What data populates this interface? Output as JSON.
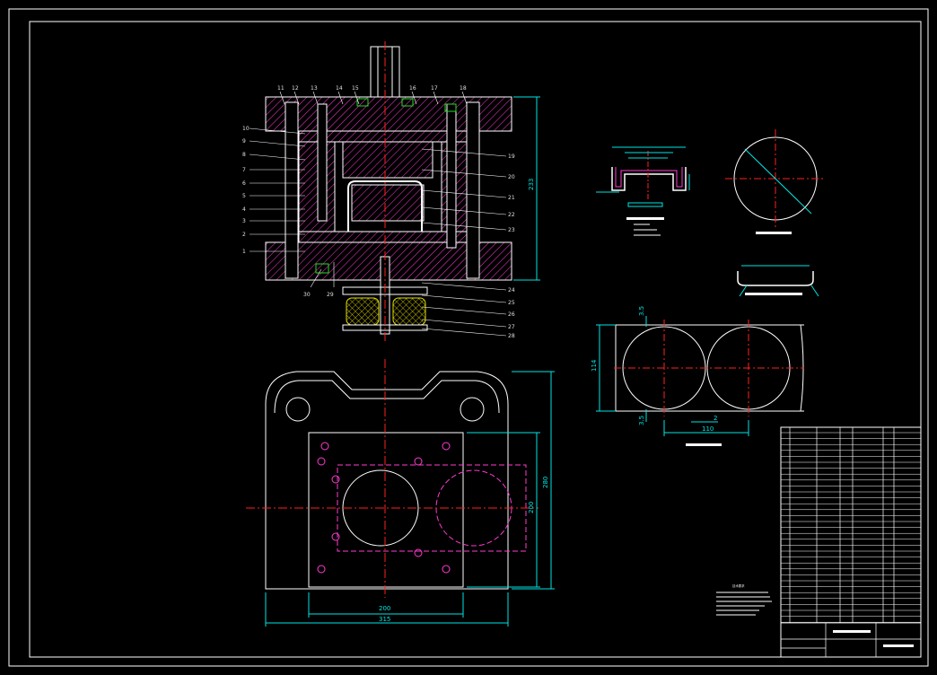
{
  "colors": {
    "background": "#000000",
    "outline": "#ffffff",
    "hatch": "#ff3bd1",
    "centerline": "#ff2020",
    "dimension": "#00e5e5",
    "rubber": "#e7e000",
    "blank_circle": "#ff3bd1",
    "green_part": "#22dd22"
  },
  "section_view": {
    "part_numbers_left": [
      "11",
      "12",
      "13",
      "14",
      "15",
      "16",
      "17",
      "18"
    ],
    "part_numbers_side": [
      "10",
      "9",
      "8",
      "7",
      "6",
      "5",
      "4",
      "3",
      "2",
      "1"
    ],
    "part_numbers_right": [
      "19",
      "20",
      "21",
      "22",
      "23",
      "24",
      "25",
      "26",
      "27",
      "28"
    ],
    "part_numbers_bottom": [
      "30",
      "29"
    ],
    "overall_height": "233"
  },
  "plan_view": {
    "inner_width": "200",
    "outer_width": "315",
    "inner_height": "200",
    "outer_height": "280"
  },
  "strip_layout": {
    "pitch": "110",
    "width": "114",
    "gap": "2",
    "edge_top": "3.5",
    "edge_bottom": "3.5"
  },
  "titles": {
    "tech_req": "技术要求"
  }
}
